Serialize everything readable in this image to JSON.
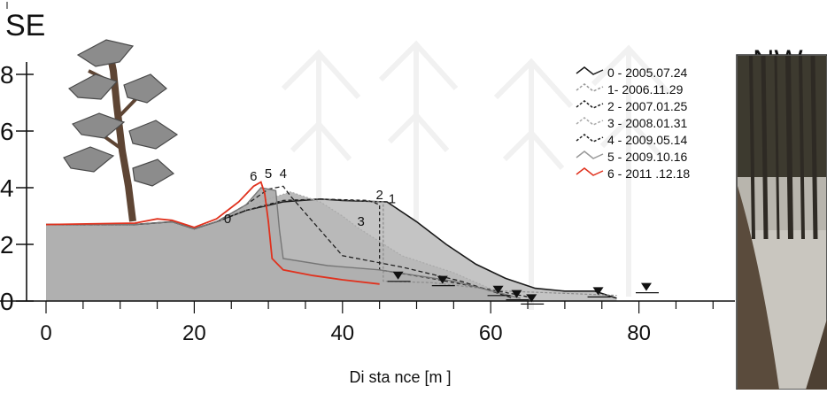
{
  "chart_data": {
    "type": "line",
    "direction_left": "SE",
    "direction_right": "NW",
    "xlabel": "Di sta nce [m ]",
    "ylabel": "",
    "xlim": [
      0,
      90
    ],
    "ylim": [
      0,
      9
    ],
    "x_ticks": [
      0,
      20,
      40,
      60,
      80
    ],
    "y_ticks": [
      0,
      2,
      4,
      6,
      8
    ],
    "grid": false,
    "legend_position": "top-right",
    "series": [
      {
        "name": "0 - 2005.07.24",
        "label": "0",
        "color": "#1a1a1a",
        "x": [
          0,
          12,
          17,
          20,
          23,
          27,
          32,
          37,
          40,
          46,
          50,
          54,
          58,
          62,
          66,
          70,
          74,
          77
        ],
        "y": [
          2.7,
          2.7,
          2.8,
          2.55,
          2.8,
          3.2,
          3.5,
          3.6,
          3.55,
          3.5,
          2.8,
          2.0,
          1.3,
          0.8,
          0.45,
          0.35,
          0.35,
          0.1
        ]
      },
      {
        "name": "1- 2006.11.29",
        "label": "1",
        "color": "#8c8c8c",
        "x": [
          0,
          12,
          17,
          20,
          23,
          27,
          32,
          37,
          42,
          45.5,
          45.5,
          52,
          62,
          77
        ],
        "y": [
          2.7,
          2.7,
          2.8,
          2.55,
          2.8,
          3.2,
          3.55,
          3.6,
          3.55,
          3.5,
          0.7,
          0.65,
          0.35,
          0.2
        ]
      },
      {
        "name": "2 - 2007.01.25",
        "label": "2",
        "color": "#222222",
        "x": [
          0,
          12,
          17,
          20,
          23,
          27,
          32,
          37,
          43.5,
          45,
          45,
          52,
          62,
          66
        ],
        "y": [
          2.7,
          2.7,
          2.8,
          2.55,
          2.8,
          3.2,
          3.55,
          3.6,
          3.55,
          3.4,
          1.1,
          0.8,
          0.3,
          0.1
        ]
      },
      {
        "name": "3 - 2008.01.31",
        "label": "3",
        "color": "#aaaaaa",
        "x": [
          0,
          12,
          17,
          20,
          23,
          27,
          30,
          33,
          37,
          40,
          42,
          48,
          55,
          62
        ],
        "y": [
          2.7,
          2.7,
          2.8,
          2.55,
          2.8,
          3.3,
          3.6,
          3.85,
          3.5,
          3.0,
          2.6,
          1.6,
          1.0,
          0.2
        ]
      },
      {
        "name": "4 - 2009.05.14",
        "label": "4",
        "color": "#222222",
        "x": [
          0,
          12,
          17,
          20,
          23,
          27,
          30,
          32,
          33,
          36,
          40,
          48,
          56,
          63
        ],
        "y": [
          2.7,
          2.7,
          2.8,
          2.55,
          2.8,
          3.4,
          3.95,
          4.05,
          3.7,
          2.8,
          1.6,
          1.2,
          0.7,
          0.1
        ]
      },
      {
        "name": "5 - 2009.10.16",
        "label": "5",
        "color": "#777777",
        "x": [
          0,
          12,
          17,
          20,
          23,
          27,
          29,
          31,
          31.5,
          32,
          38,
          45,
          55,
          64
        ],
        "y": [
          2.7,
          2.7,
          2.8,
          2.55,
          2.8,
          3.4,
          4.0,
          3.9,
          2.5,
          1.5,
          1.25,
          1.1,
          0.7,
          0.1
        ]
      },
      {
        "name": "6 - 2011 .12.18",
        "label": "6",
        "color": "#e0321e",
        "x": [
          0,
          12,
          15,
          17,
          20,
          23,
          26,
          28,
          29,
          29.5,
          30,
          30.5,
          32,
          36,
          40,
          45
        ],
        "y": [
          2.7,
          2.75,
          2.9,
          2.85,
          2.6,
          2.9,
          3.5,
          4.05,
          4.2,
          3.8,
          2.8,
          1.5,
          1.1,
          0.9,
          0.75,
          0.6
        ]
      }
    ],
    "markers_x": [
      47.5,
      53.5,
      61,
      63.5,
      65.5,
      74.5,
      81
    ],
    "markers_y": [
      0.85,
      0.7,
      0.35,
      0.2,
      0.05,
      0.3,
      0.45
    ]
  },
  "icons": [
    "tree-icon",
    "forest-photo"
  ]
}
